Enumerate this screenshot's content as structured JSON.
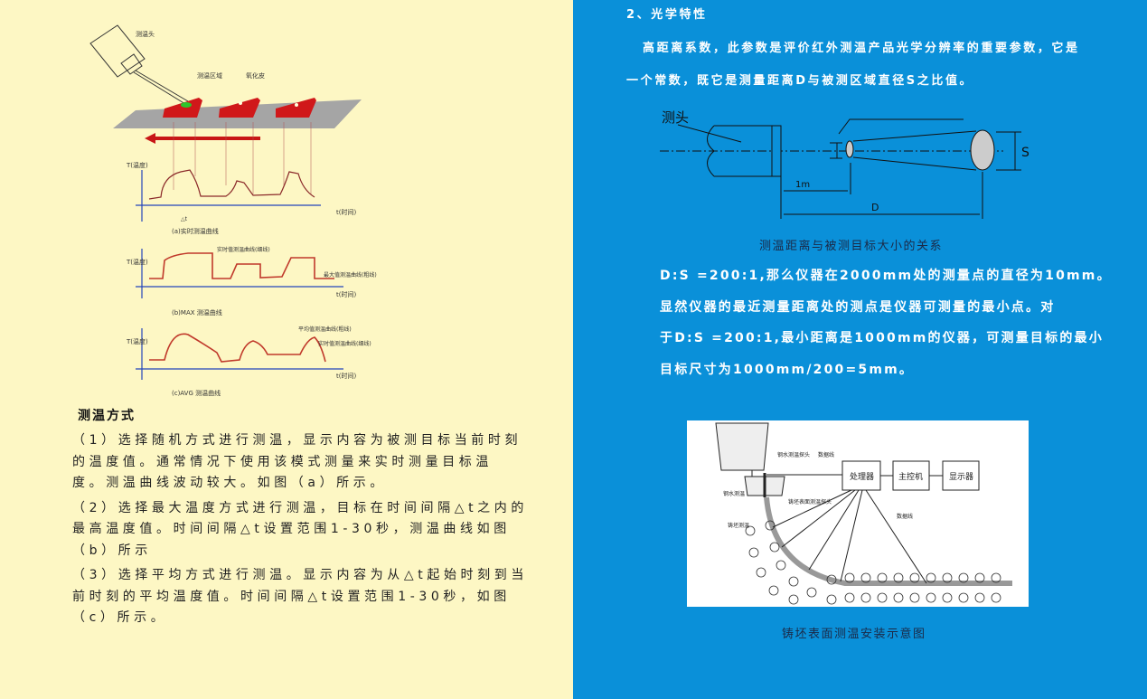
{
  "left": {
    "diagram": {
      "probe": "测温头",
      "zone": "测温区域",
      "scale": "氧化皮",
      "t_axis": "T(温度)",
      "time_axis": "t(时间)",
      "dt": "△t",
      "cap_a": "(a)实时测温曲线",
      "cap_b": "(b)MAX 测温曲线",
      "cap_c": "(c)AVG 测温曲线",
      "real_thin": "实时值测温曲线(细线)",
      "max_thick": "最大值测温曲线(粗线)",
      "avg_thick": "平均值测温曲线(粗线)"
    },
    "heading": "测温方式",
    "paragraphs": [
      [
        "（1）选择随机方式进行测温，显示内容为被测目标当前时刻",
        "的温度值。通常情况下使用该模式测量来实时测量目标温",
        "度。测温曲线波动较大。如图（a）所示。"
      ],
      [
        "（2）选择最大温度方式进行测温，目标在时间间隔△t之内的",
        "最高温度值。时间间隔△t设置范围1-30秒，测温曲线如图",
        "（b）所示"
      ],
      [
        "（3）选择平均方式进行测温。显示内容为从△t起始时刻到当",
        "前时刻的平均温度值。时间间隔△t设置范围1-30秒，如图",
        "（c）所示。"
      ]
    ]
  },
  "right": {
    "heading": "2、光学特性",
    "intro": [
      "高距离系数，此参数是评价红外测温产品光学分辨率的重要参数，它是",
      "一个常数，既它是测量距离D与被测区域直径S之比值。"
    ],
    "optics": {
      "probe": "测头",
      "one_m": "1m",
      "d": "D",
      "s": "S"
    },
    "optics_caption": "测温距离与被测目标大小的关系",
    "ds_lines": [
      "D:S =200:1,那么仪器在2000mm处的测量点的直径为10mm。",
      "显然仪器的最近测量距离处的测点是仪器可测量的最小点。对",
      "于D:S =200:1,最小距离是1000mm的仪器，可测量目标的最小",
      "目标尺寸为1000mm/200=5mm。"
    ],
    "install": {
      "steel_probe": "钢水测温探头",
      "data_line": "数据线",
      "processor": "处理器",
      "host": "主控机",
      "display": "显示器",
      "steel_temp": "钢水测温",
      "surface_probe": "铸坯表面测温探头",
      "billet_temp": "铸坯测温",
      "data_line2": "数据线"
    },
    "install_caption": "铸坯表面测温安装示意图"
  }
}
